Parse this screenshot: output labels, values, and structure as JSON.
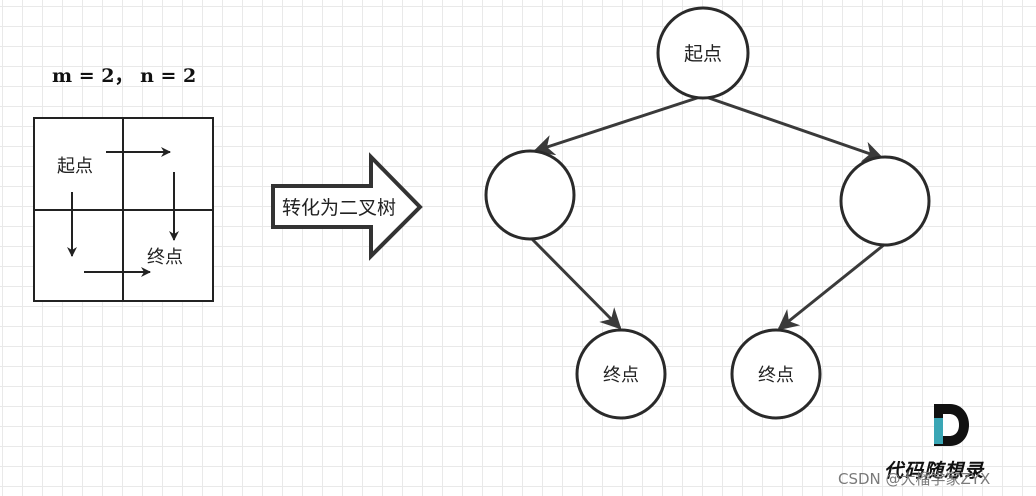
{
  "grid_example": {
    "equation": "m = 2， n = 2",
    "start_label": "起点",
    "end_label": "终点"
  },
  "transform_arrow": {
    "label": "转化为二叉树"
  },
  "tree": {
    "root_label": "起点",
    "left_child_label": "",
    "right_child_label": "",
    "left_leaf_label": "终点",
    "right_leaf_label": "终点"
  },
  "branding": {
    "logo_text": "代码随想录",
    "watermark": "CSDN @大榴学家ZYX"
  }
}
